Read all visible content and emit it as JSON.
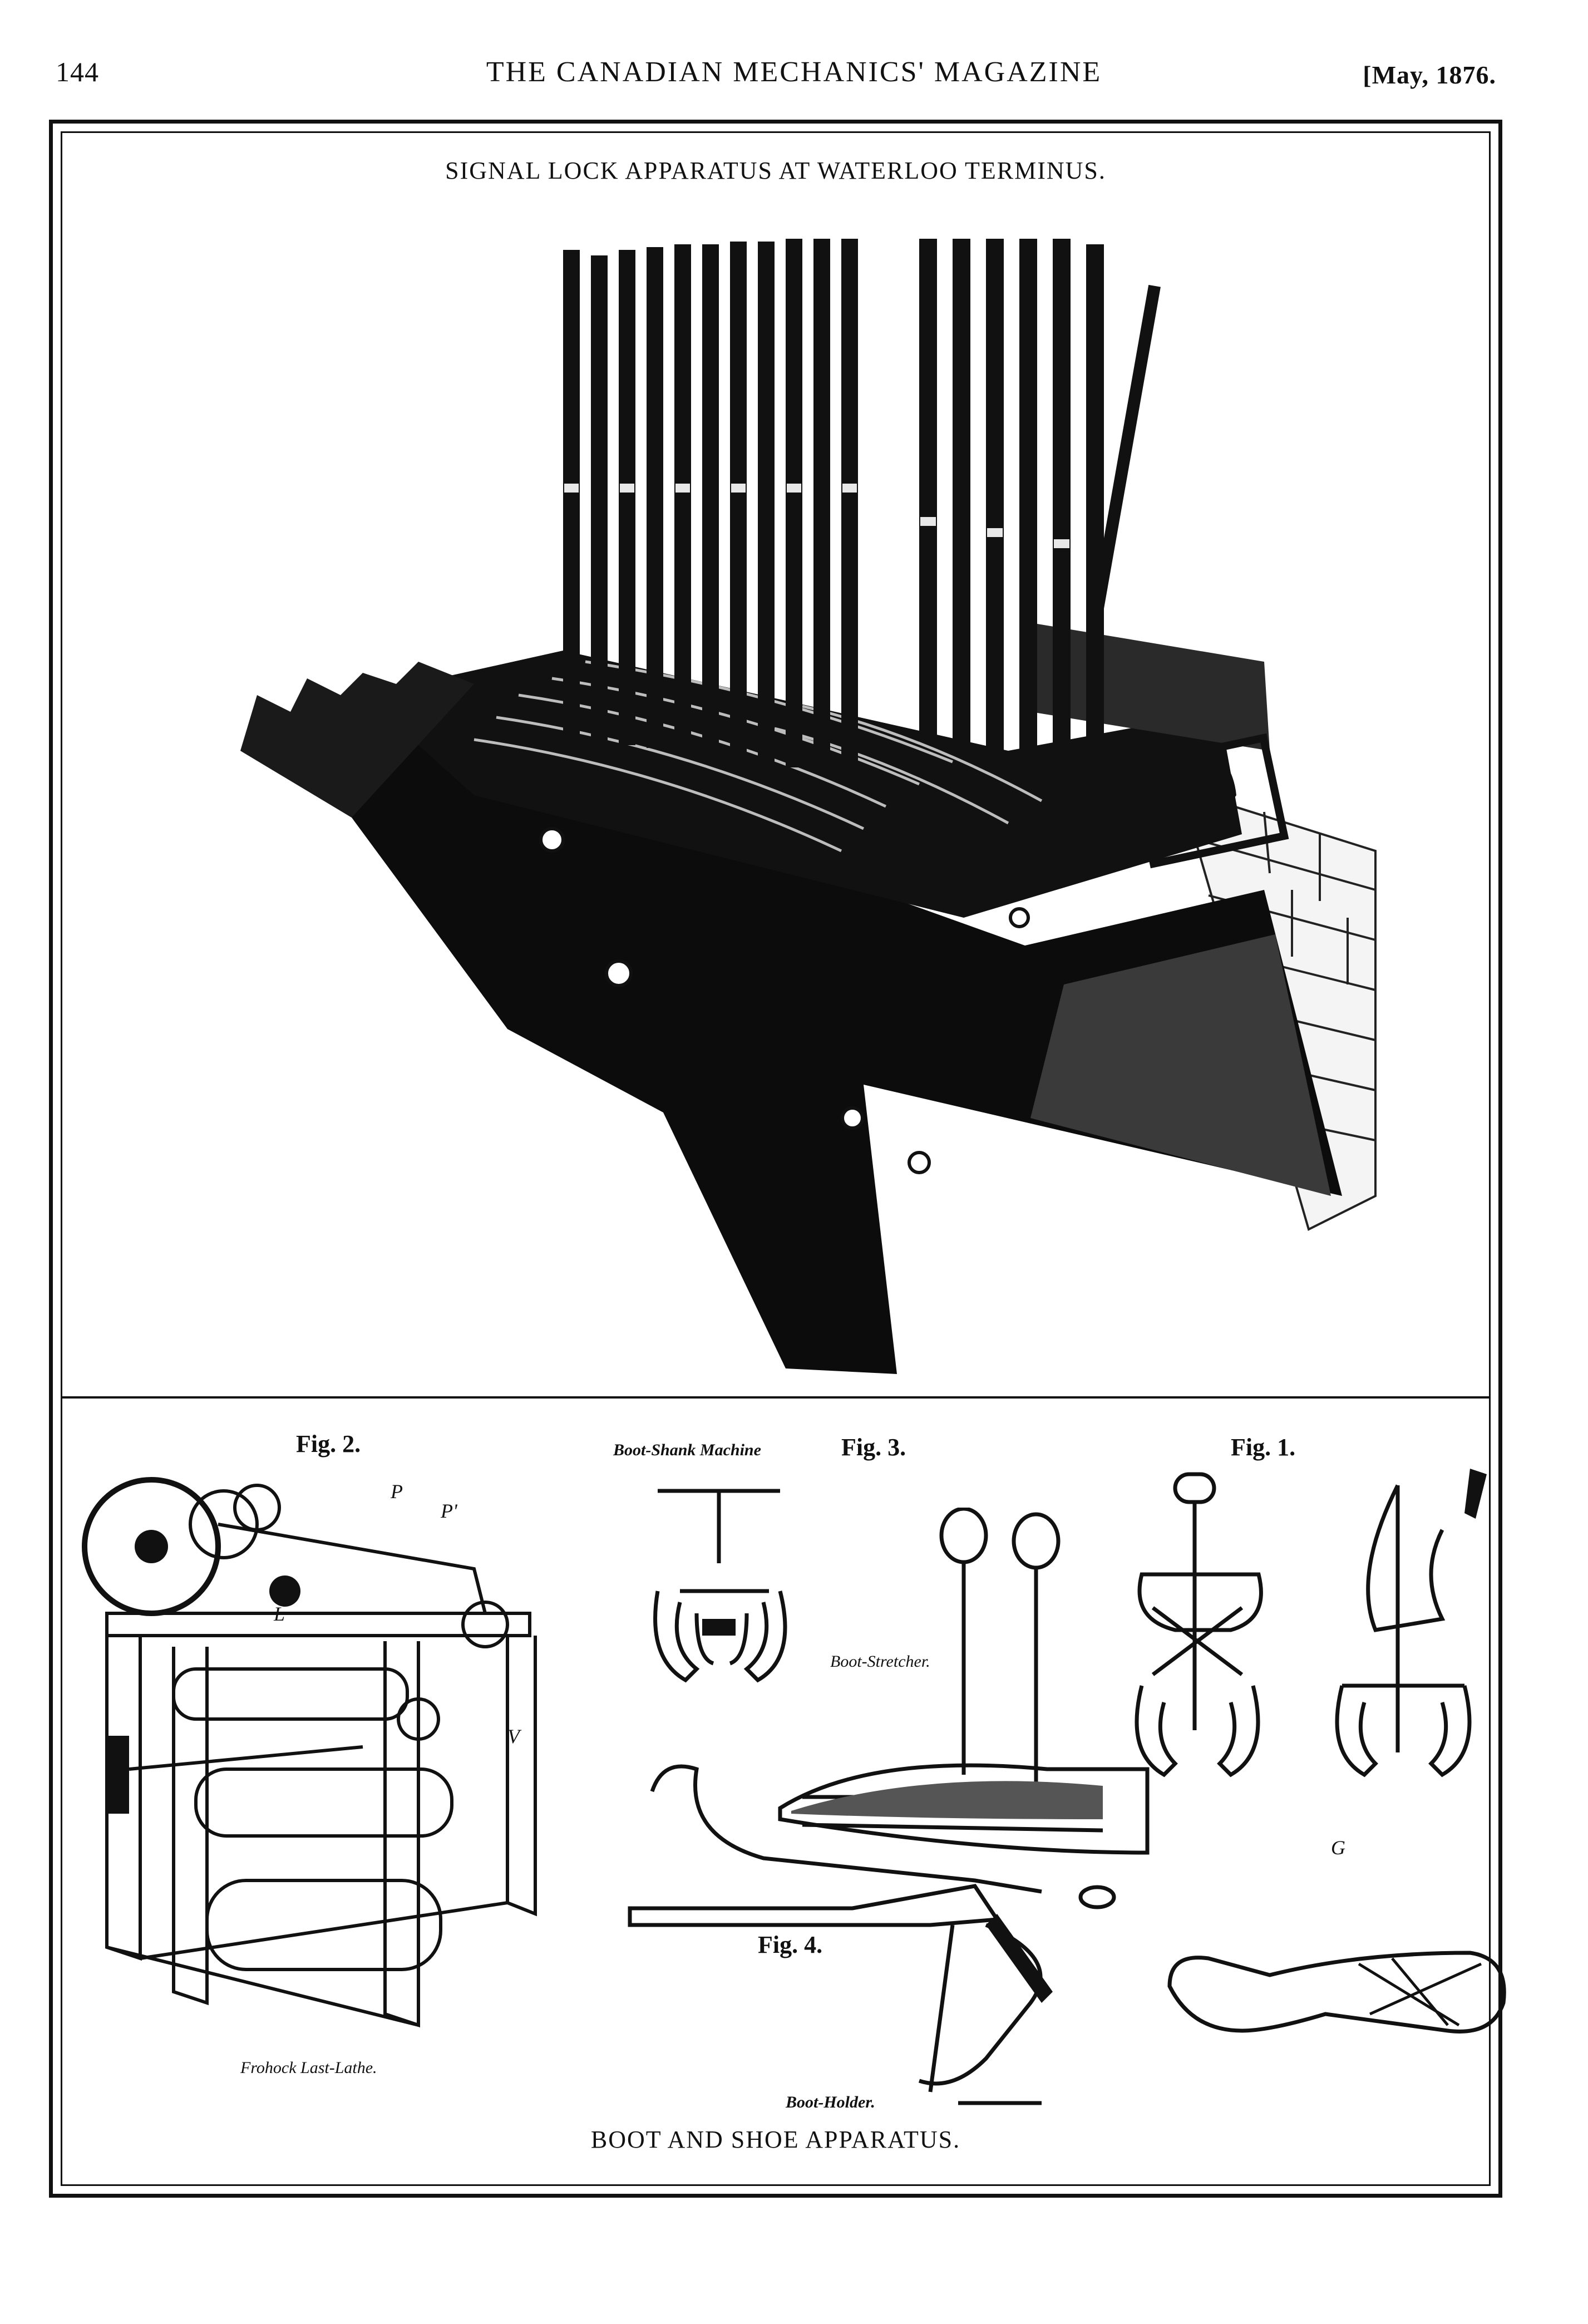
{
  "header": {
    "page_number": "144",
    "magazine_title": "THE CANADIAN MECHANICS' MAGAZINE",
    "issue_date": "[May, 1876."
  },
  "top_figure": {
    "caption": "SIGNAL LOCK APPARATUS AT WATERLOO TERMINUS."
  },
  "bottom_figure": {
    "caption": "BOOT AND SHOE APPARATUS.",
    "fig_labels": {
      "fig2": "Fig. 2.",
      "fig3": "Fig. 3.",
      "fig1": "Fig. 1.",
      "fig4": "Fig. 4."
    },
    "labels": {
      "boot_shank_machine": "Boot-Shank Machine",
      "boot_stretcher": "Boot-Stretcher.",
      "frohock_last_lathe": "Frohock Last-Lathe.",
      "boot_holder": "Boot-Holder.",
      "letter_p": "P",
      "letter_p_prime": "P'",
      "letter_l": "L",
      "letter_v": "V",
      "letter_g": "G"
    }
  }
}
